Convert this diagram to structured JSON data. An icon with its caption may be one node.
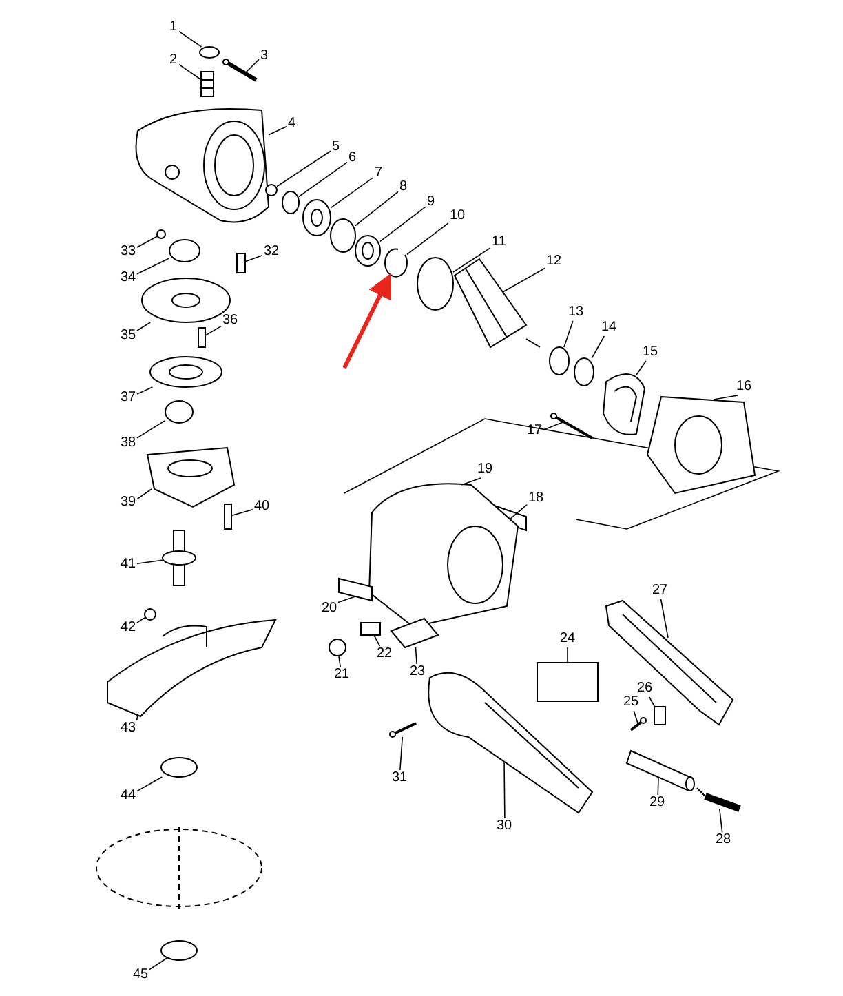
{
  "diagram": {
    "nodes": [
      {
        "text": [
          "1"
        ]
      },
      {
        "text": [
          "2"
        ]
      },
      {
        "text": [
          "3"
        ]
      },
      {
        "text": [
          "4"
        ]
      },
      {
        "text": [
          "5"
        ]
      },
      {
        "text": [
          "6"
        ]
      },
      {
        "text": [
          "7"
        ]
      },
      {
        "text": [
          "8"
        ]
      },
      {
        "text": [
          "9"
        ]
      },
      {
        "text": [
          "10"
        ]
      },
      {
        "text": [
          "11"
        ]
      },
      {
        "text": [
          "12"
        ]
      },
      {
        "text": [
          "13"
        ]
      },
      {
        "text": [
          "14"
        ]
      },
      {
        "text": [
          "15"
        ]
      },
      {
        "text": [
          "16"
        ]
      },
      {
        "text": [
          "17"
        ]
      },
      {
        "text": [
          "18"
        ]
      },
      {
        "text": [
          "19"
        ]
      },
      {
        "text": [
          "20"
        ]
      },
      {
        "text": [
          "21"
        ]
      },
      {
        "text": [
          "22"
        ]
      },
      {
        "text": [
          "23"
        ]
      },
      {
        "text": [
          "24"
        ]
      },
      {
        "text": [
          "25"
        ]
      },
      {
        "text": [
          "26"
        ]
      },
      {
        "text": [
          "27"
        ]
      },
      {
        "text": [
          "28"
        ]
      },
      {
        "text": [
          "29"
        ]
      },
      {
        "text": [
          "30"
        ]
      },
      {
        "text": [
          "31"
        ]
      },
      {
        "text": [
          "32"
        ]
      },
      {
        "text": [
          "33"
        ]
      },
      {
        "text": [
          "34"
        ]
      },
      {
        "text": [
          "35"
        ]
      },
      {
        "text": [
          "36"
        ]
      },
      {
        "text": [
          "37"
        ]
      },
      {
        "text": [
          "38"
        ]
      },
      {
        "text": [
          "39"
        ]
      },
      {
        "text": [
          "40"
        ]
      },
      {
        "text": [
          "41"
        ]
      },
      {
        "text": [
          "42"
        ]
      },
      {
        "text": [
          "43"
        ]
      },
      {
        "text": [
          "44"
        ]
      },
      {
        "text": [
          "45"
        ]
      },
      {
        "text": [],
        "shape": "circle"
      },
      {
        "text": [],
        "shape": "picture"
      },
      {
        "text": [],
        "shape": "picture"
      },
      {
        "text": [],
        "shape": "picture"
      },
      {
        "text": [],
        "shape": "circle"
      },
      {
        "text": [],
        "shape": "circle"
      },
      {
        "text": [],
        "shape": "picture"
      },
      {
        "text": [],
        "shape": "circle"
      },
      {
        "text": [],
        "shape": "picture"
      },
      {
        "text": [],
        "shape": "picture"
      },
      {
        "text": [],
        "shape": "circle"
      },
      {
        "text": [],
        "shape": "picture"
      },
      {
        "text": [],
        "shape": "circle"
      },
      {
        "text": [],
        "shape": "circle"
      },
      {
        "text": [],
        "shape": "picture"
      },
      {
        "text": [],
        "shape": "picture"
      },
      {
        "text": [],
        "shape": "picture"
      },
      {
        "text": [],
        "shape": "box"
      },
      {
        "text": [],
        "shape": "picture"
      },
      {
        "text": [],
        "shape": "box"
      },
      {
        "text": [],
        "shape": "circle"
      },
      {
        "text": [],
        "shape": "box"
      },
      {
        "text": [],
        "shape": "box"
      },
      {
        "text": [],
        "shape": "box"
      },
      {
        "text": [],
        "shape": "picture"
      },
      {
        "text": [],
        "shape": "box"
      },
      {
        "text": [],
        "shape": "picture"
      },
      {
        "text": [],
        "shape": "picture"
      },
      {
        "text": [],
        "shape": "picture"
      },
      {
        "text": [],
        "shape": "picture"
      },
      {
        "text": [],
        "shape": "picture"
      },
      {
        "text": [],
        "shape": "box"
      },
      {
        "text": [],
        "shape": "circle"
      },
      {
        "text": [],
        "shape": "circle"
      },
      {
        "text": [],
        "shape": "picture"
      },
      {
        "text": [],
        "shape": "box"
      },
      {
        "text": [],
        "shape": "picture"
      },
      {
        "text": [],
        "shape": "circle"
      },
      {
        "text": [],
        "shape": "picture"
      },
      {
        "text": [],
        "shape": "box"
      },
      {
        "text": [],
        "shape": "picture"
      },
      {
        "text": [],
        "shape": "circle"
      },
      {
        "text": [],
        "shape": "picture"
      },
      {
        "text": [],
        "shape": "circle"
      },
      {
        "text": [],
        "shape": "circle"
      }
    ],
    "edges": [
      {
        "from": 0,
        "to": 45,
        "arrow": "none"
      },
      {
        "from": 1,
        "to": 46,
        "arrow": "none"
      },
      {
        "from": 2,
        "to": 47,
        "arrow": "none"
      },
      {
        "from": 3,
        "to": 48,
        "arrow": "none"
      },
      {
        "from": 4,
        "to": 49,
        "arrow": "none"
      },
      {
        "from": 5,
        "to": 50,
        "arrow": "none"
      },
      {
        "from": 6,
        "to": 51,
        "arrow": "none"
      },
      {
        "from": 7,
        "to": 52,
        "arrow": "none"
      },
      {
        "from": 8,
        "to": 53,
        "arrow": "none"
      },
      {
        "from": 9,
        "to": 54,
        "arrow": "none"
      },
      {
        "from": 10,
        "to": 55,
        "arrow": "none"
      },
      {
        "from": 11,
        "to": 56,
        "arrow": "none"
      },
      {
        "from": 12,
        "to": 57,
        "arrow": "none"
      },
      {
        "from": 13,
        "to": 58,
        "arrow": "none"
      },
      {
        "from": 14,
        "to": 59,
        "arrow": "none"
      },
      {
        "from": 15,
        "to": 60,
        "arrow": "none"
      },
      {
        "from": 16,
        "to": 61,
        "arrow": "none"
      },
      {
        "from": 17,
        "to": 62,
        "arrow": "none"
      },
      {
        "from": 18,
        "to": 63,
        "arrow": "none"
      },
      {
        "from": 19,
        "to": 64,
        "arrow": "none"
      },
      {
        "from": 20,
        "to": 65,
        "arrow": "none"
      },
      {
        "from": 21,
        "to": 66,
        "arrow": "none"
      },
      {
        "from": 22,
        "to": 67,
        "arrow": "none"
      },
      {
        "from": 23,
        "to": 68,
        "arrow": "none"
      },
      {
        "from": 24,
        "to": 69,
        "arrow": "none"
      },
      {
        "from": 25,
        "to": 70,
        "arrow": "none"
      },
      {
        "from": 26,
        "to": 71,
        "arrow": "none"
      },
      {
        "from": 27,
        "to": 72,
        "arrow": "none"
      },
      {
        "from": 28,
        "to": 73,
        "arrow": "none"
      },
      {
        "from": 29,
        "to": 74,
        "arrow": "none"
      },
      {
        "from": 30,
        "to": 75,
        "arrow": "none"
      },
      {
        "from": 31,
        "to": 76,
        "arrow": "none"
      },
      {
        "from": 32,
        "to": 77,
        "arrow": "none"
      },
      {
        "from": 33,
        "to": 78,
        "arrow": "none"
      },
      {
        "from": 34,
        "to": 79,
        "arrow": "none"
      },
      {
        "from": 35,
        "to": 80,
        "arrow": "none"
      },
      {
        "from": 36,
        "to": 81,
        "arrow": "none"
      },
      {
        "from": 37,
        "to": 82,
        "arrow": "none"
      },
      {
        "from": 38,
        "to": 83,
        "arrow": "none"
      },
      {
        "from": 39,
        "to": 84,
        "arrow": "none"
      },
      {
        "from": 40,
        "to": 85,
        "arrow": "none"
      },
      {
        "from": 41,
        "to": 86,
        "arrow": "none"
      },
      {
        "from": 42,
        "to": 87,
        "arrow": "none"
      },
      {
        "from": 43,
        "to": 88,
        "arrow": "none"
      },
      {
        "from": 44,
        "to": 89,
        "arrow": "none"
      },
      {
        "from": null,
        "to": 54,
        "arrow": "to",
        "style": "thick",
        "color": "#e8261c"
      }
    ]
  }
}
